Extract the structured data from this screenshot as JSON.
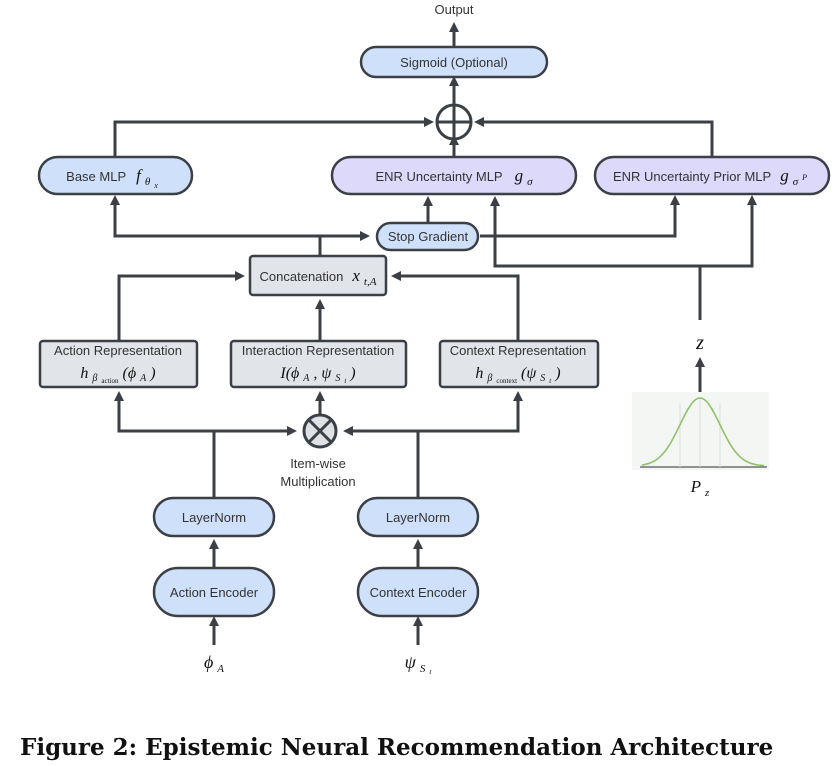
{
  "title": "Figure 2: Epistemic Neural Recommendation Architecture",
  "nodes": {
    "output": "Output",
    "sigmoid": "Sigmoid (Optional)",
    "base_mlp": "Base MLP",
    "base_mlp_sym": "f",
    "base_mlp_sub": "θ",
    "base_mlp_subsub": "x",
    "enr_mlp": "ENR Uncertainty MLP",
    "enr_mlp_sym": "g",
    "enr_mlp_sub": "σ",
    "enr_prior": "ENR Uncertainty Prior MLP",
    "enr_prior_sym": "g",
    "enr_prior_sub": "σ",
    "enr_prior_subsub": "P",
    "stop_gradient": "Stop Gradient",
    "concatenation": "Concatenation",
    "concat_sym": "x",
    "concat_sub": "t,A",
    "action_rep": "Action Representation",
    "action_rep_sym": "h",
    "action_rep_sub": "β",
    "action_rep_subsub": "action",
    "action_rep_arg": "(ϕ",
    "action_rep_arg_sub": "A",
    "action_rep_close": ")",
    "interaction_rep": "Interaction Representation",
    "interaction_rep_sym": "I(ϕ",
    "interaction_rep_sub": "A",
    "interaction_rep_mid": ", ψ",
    "interaction_rep_sub2": "S",
    "interaction_rep_subsub": "t",
    "interaction_rep_close": ")",
    "context_rep": "Context Representation",
    "context_rep_sym": "h",
    "context_rep_sub": "β",
    "context_rep_subsub": "context",
    "context_rep_arg": "(ψ",
    "context_rep_arg_sub": "S",
    "context_rep_arg_subsub": "t",
    "context_rep_close": ")",
    "multiply_label_1": "Item-wise",
    "multiply_label_2": "Multiplication",
    "layernorm_left": "LayerNorm",
    "layernorm_right": "LayerNorm",
    "action_encoder": "Action Encoder",
    "context_encoder": "Context Encoder",
    "input_left_sym": "ϕ",
    "input_left_sub": "A",
    "input_right_sym": "ψ",
    "input_right_sub": "S",
    "input_right_subsub": "t",
    "z": "z",
    "pz_sym": "P",
    "pz_sub": "z"
  },
  "colors": {
    "blue_node": "#cfe0fb",
    "purple_node": "#dcd9fb",
    "gray_box": "#e1e4e8",
    "edge": "#3b3f46",
    "gaussian": "#8fc16a"
  }
}
